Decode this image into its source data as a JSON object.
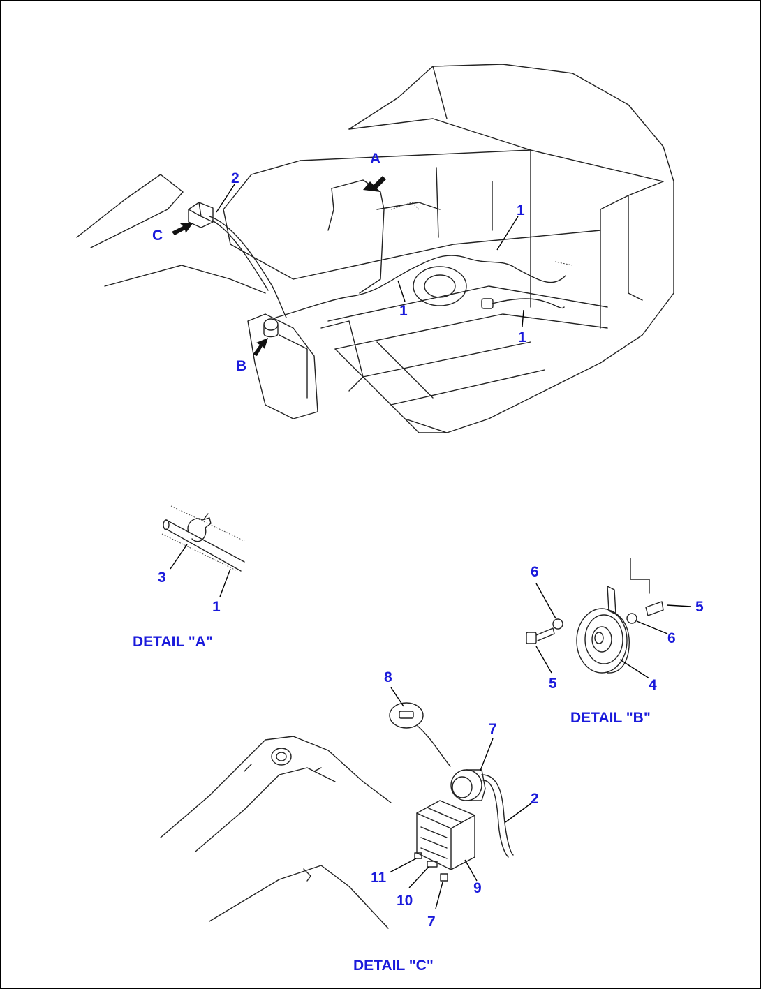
{
  "callouts": {
    "main_a": "A",
    "main_b": "B",
    "main_c": "C",
    "main_1a": "1",
    "main_1b": "1",
    "main_1c": "1",
    "main_2": "2",
    "da_3": "3",
    "da_1": "1",
    "db_6a": "6",
    "db_5a": "5",
    "db_6b": "6",
    "db_5b": "5",
    "db_4": "4",
    "dc_8": "8",
    "dc_7a": "7",
    "dc_2": "2",
    "dc_11": "11",
    "dc_10": "10",
    "dc_7b": "7",
    "dc_9": "9"
  },
  "captions": {
    "detail_a": "DETAIL \"A\"",
    "detail_b": "DETAIL \"B\"",
    "detail_c": "DETAIL \"C\""
  },
  "colors": {
    "label": "#1a1adb",
    "line": "#222222"
  }
}
